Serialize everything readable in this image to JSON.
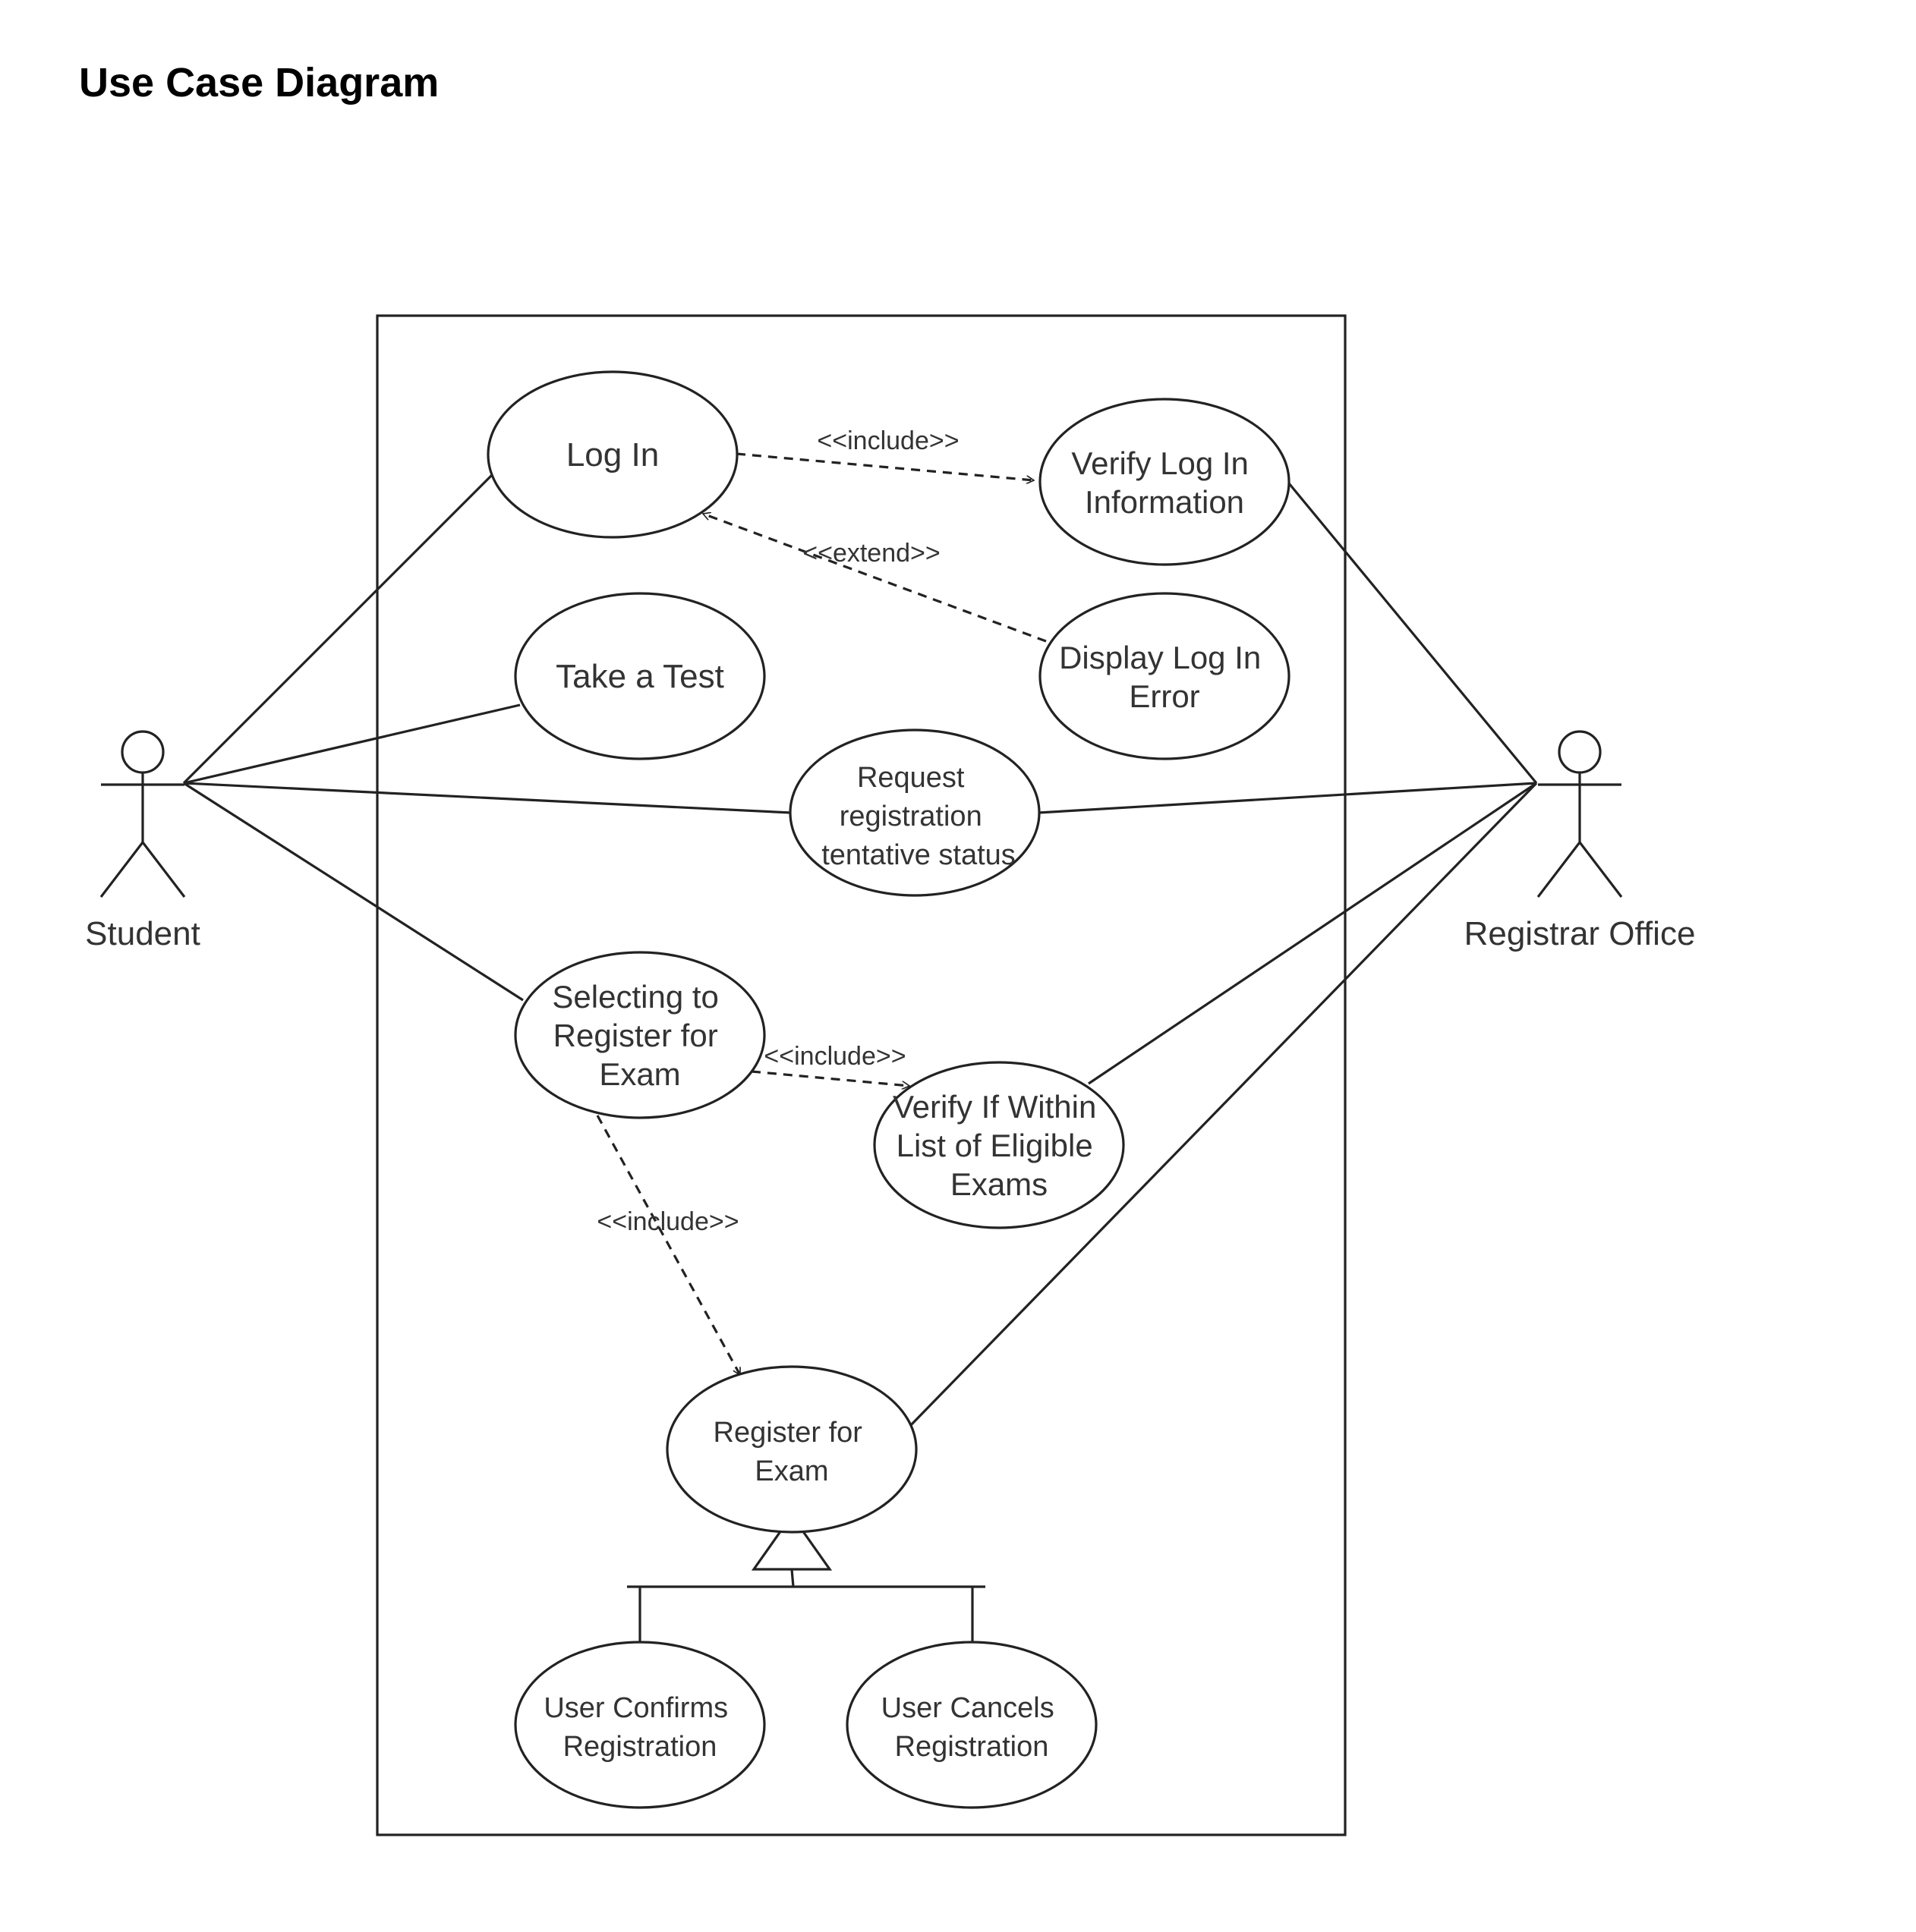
{
  "title": "Use Case Diagram",
  "actors": {
    "student": "Student",
    "registrar": "Registrar Office"
  },
  "use_cases": {
    "login": [
      "Log In"
    ],
    "verify_login": [
      "Verify Log In",
      "Information"
    ],
    "take_test": [
      "Take a Test"
    ],
    "display_error": [
      "Display Log In",
      "Error"
    ],
    "request_status": [
      "Request",
      "registration",
      "tentative status"
    ],
    "selecting_register": [
      "Selecting to",
      "Register for",
      "Exam"
    ],
    "verify_eligible": [
      "Verify If Within",
      "List of Eligible",
      "Exams"
    ],
    "register_exam": [
      "Register for",
      "Exam"
    ],
    "user_confirms": [
      "User Confirms",
      "Registration"
    ],
    "user_cancels": [
      "User Cancels",
      "Registration"
    ]
  },
  "relations": {
    "include_login": "<<include>>",
    "extend_login": "<<extend>>",
    "include_verify_eligible": "<<include>>",
    "include_register": "<<include>>"
  }
}
